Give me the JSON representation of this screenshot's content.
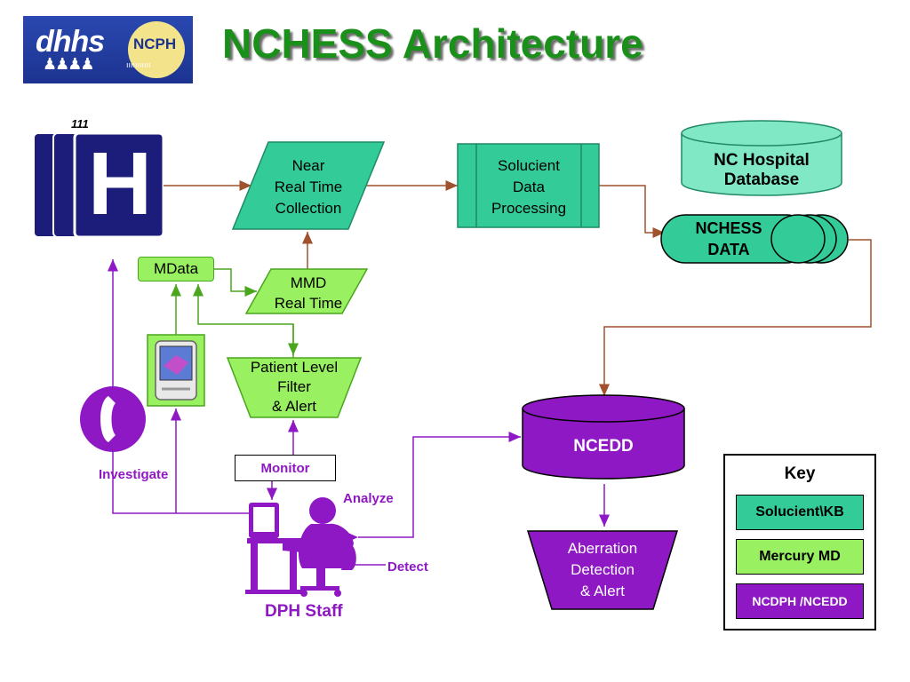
{
  "title": "NCHESS Architecture",
  "logo": {
    "left_text": "dhhs",
    "right_text": "NCPH"
  },
  "hospital_sign": {
    "number": "111",
    "letter": "H"
  },
  "nodes": {
    "near_real_time": [
      "Near",
      "Real Time",
      "Collection"
    ],
    "solucient": [
      "Solucient",
      "Data",
      "Processing"
    ],
    "nc_hospital_db": [
      "NC Hospital",
      "Database"
    ],
    "nchess_data": [
      "NCHESS",
      "DATA"
    ],
    "mdata": "MData",
    "mmd": [
      "MMD",
      "Real Time"
    ],
    "patient_filter": [
      "Patient Level",
      "Filter",
      "& Alert"
    ],
    "ncedd": "NCEDD",
    "aberration": [
      "Aberration",
      "Detection",
      "& Alert"
    ],
    "monitor": "Monitor"
  },
  "actions": {
    "investigate": "Investigate",
    "analyze": "Analyze",
    "detect": "Detect",
    "dph_staff": "DPH Staff"
  },
  "key": {
    "title": "Key",
    "items": [
      {
        "label": "Solucient\\KB",
        "color": "#33cc99"
      },
      {
        "label": "Mercury MD",
        "color": "#99f060"
      },
      {
        "label": "NCDPH /NCEDD",
        "color": "#8e18c4"
      }
    ]
  },
  "colors": {
    "teal": "#33cc99",
    "green": "#99f060",
    "purple": "#8e18c4",
    "brown_arrow": "#a0522d",
    "title_green": "#1a8f1a",
    "navy": "#1c1c7a"
  }
}
